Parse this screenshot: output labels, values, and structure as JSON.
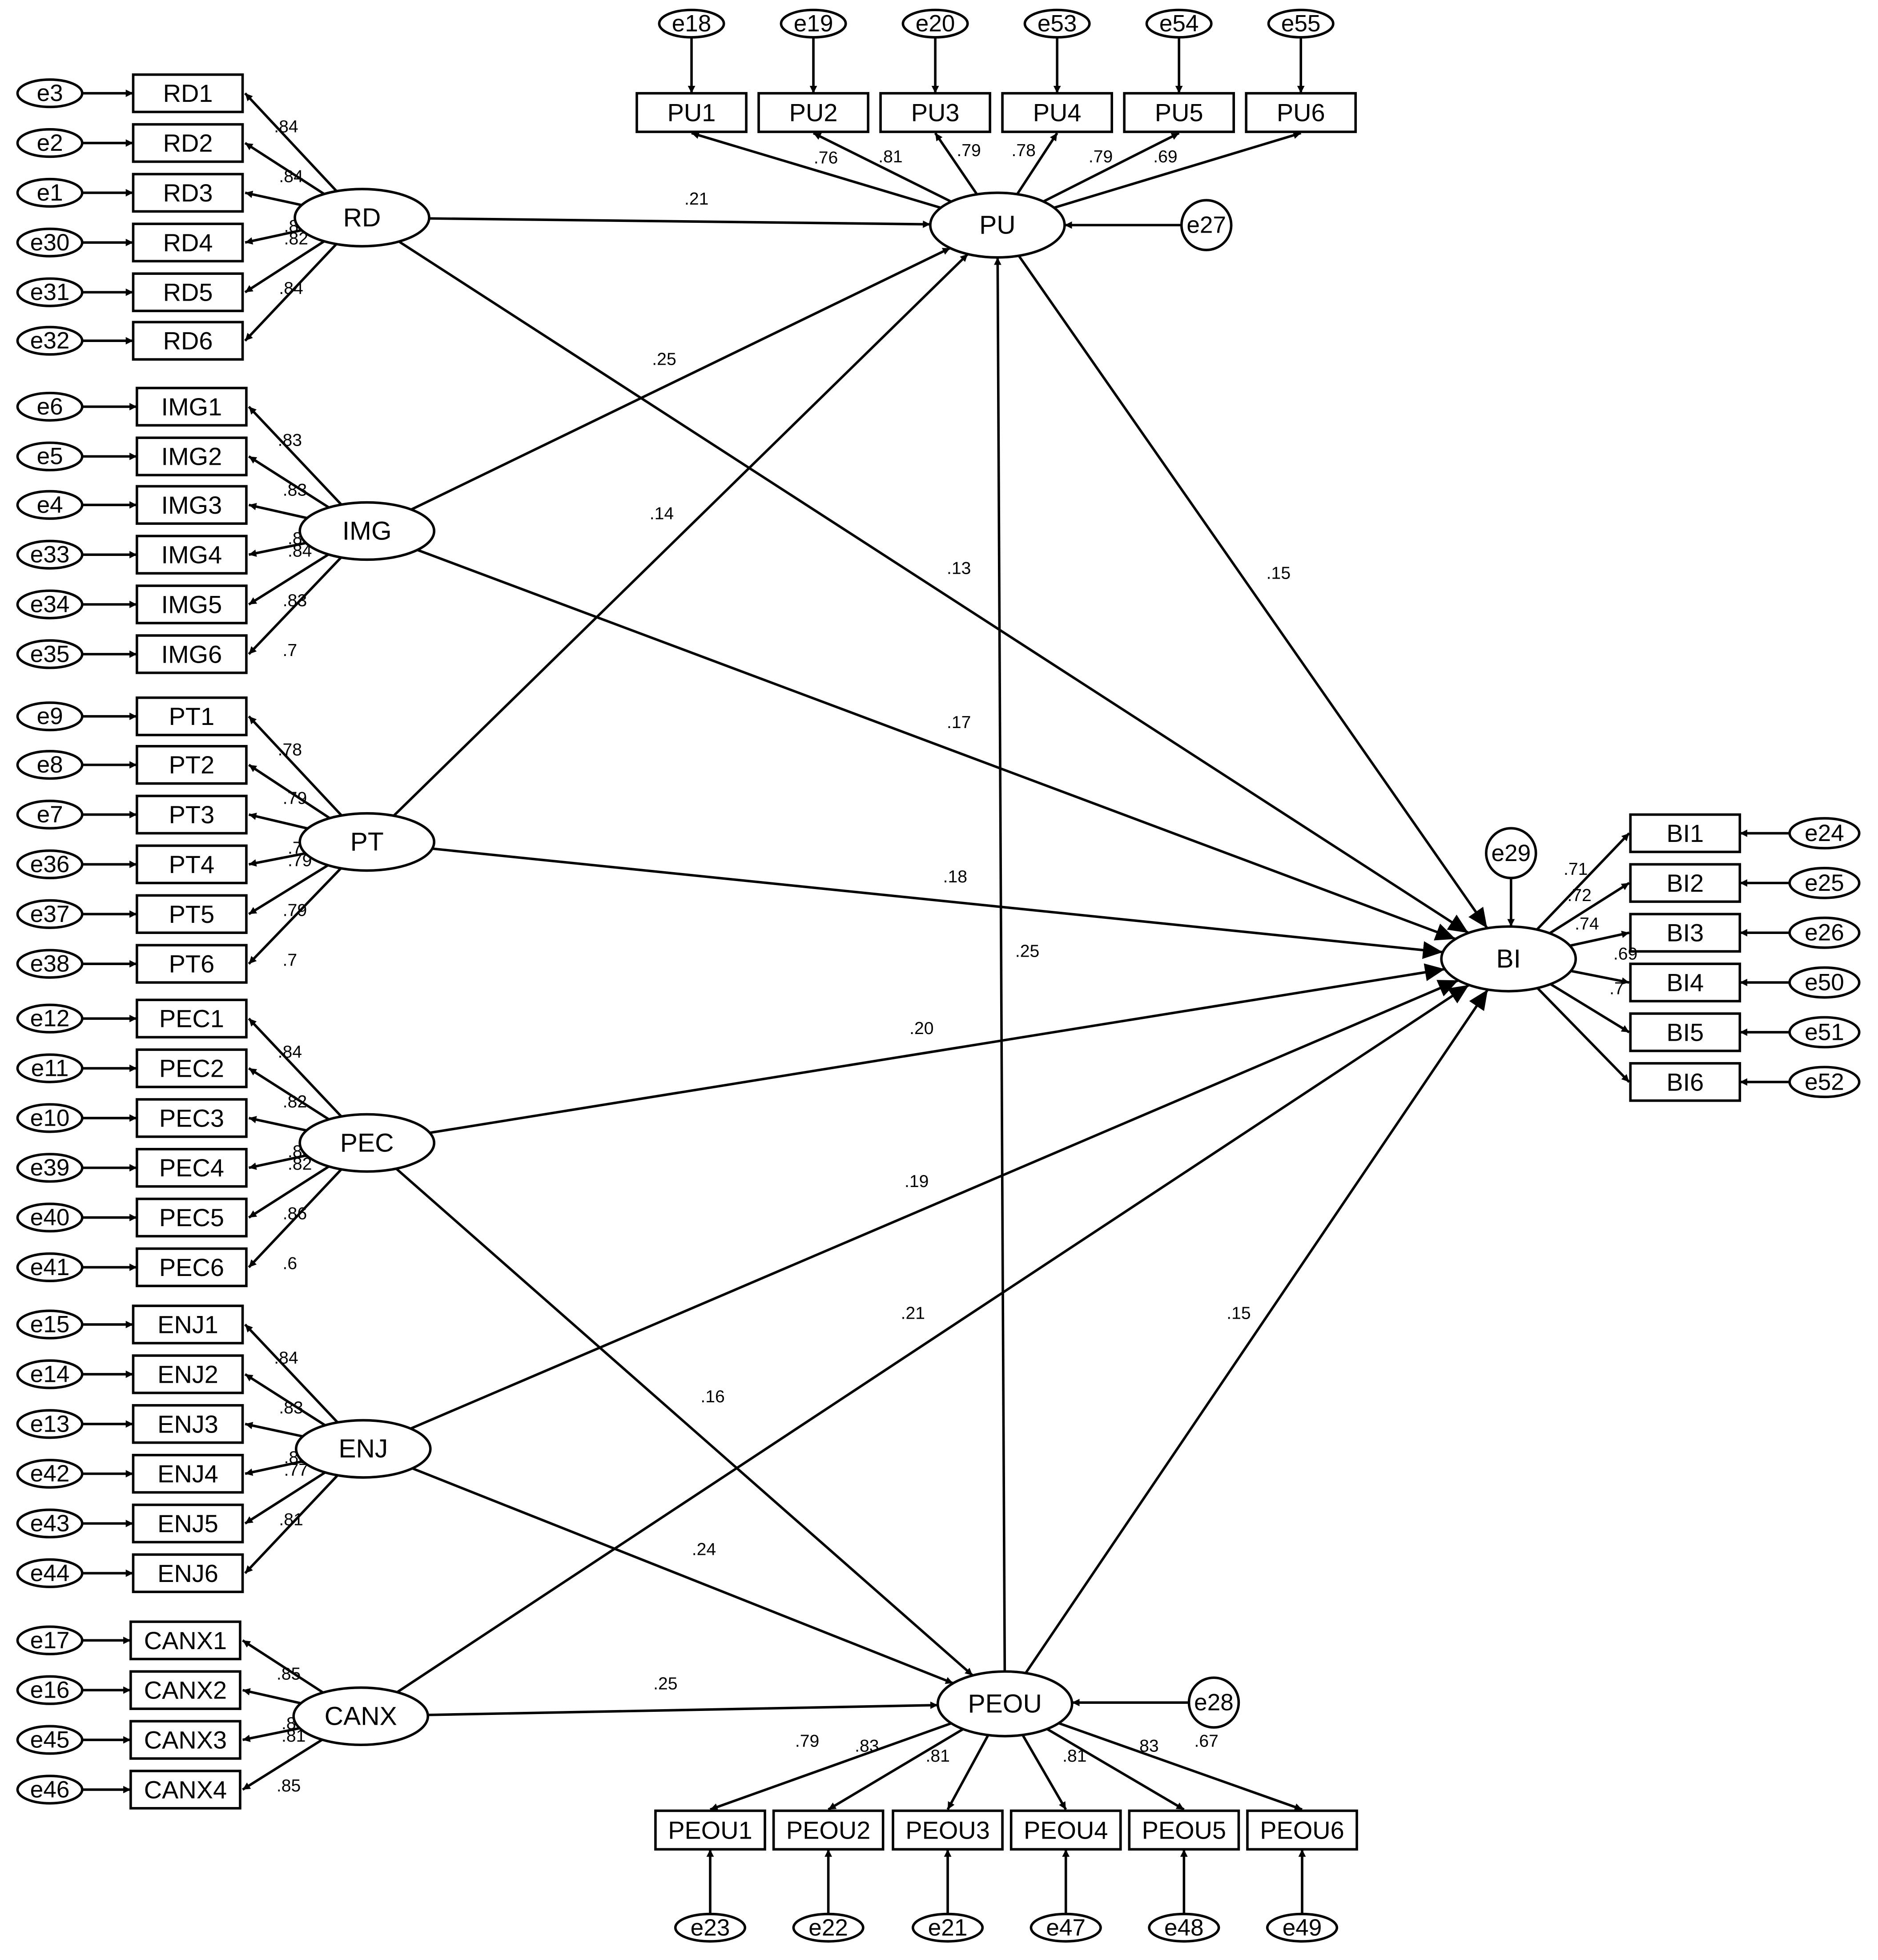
{
  "latents": {
    "RD": "RD",
    "IMG": "IMG",
    "PT": "PT",
    "PEC": "PEC",
    "ENJ": "ENJ",
    "CANX": "CANX",
    "PU": "PU",
    "PEOU": "PEOU",
    "BI": "BI"
  },
  "blocks": {
    "RD": {
      "items": [
        "RD1",
        "RD2",
        "RD3",
        "RD4",
        "RD5",
        "RD6"
      ],
      "errors": [
        "e3",
        "e2",
        "e1",
        "e30",
        "e31",
        "e32"
      ],
      "loadings": [
        ".84",
        ".84",
        ".83",
        ".82",
        ".84",
        ""
      ]
    },
    "IMG": {
      "items": [
        "IMG1",
        "IMG2",
        "IMG3",
        "IMG4",
        "IMG5",
        "IMG6"
      ],
      "errors": [
        "e6",
        "e5",
        "e4",
        "e33",
        "e34",
        "e35"
      ],
      "loadings": [
        ".83",
        ".83",
        ".84",
        ".84",
        ".83",
        ".7"
      ]
    },
    "PT": {
      "items": [
        "PT1",
        "PT2",
        "PT3",
        "PT4",
        "PT5",
        "PT6"
      ],
      "errors": [
        "e9",
        "e8",
        "e7",
        "e36",
        "e37",
        "e38"
      ],
      "loadings": [
        ".78",
        ".79",
        ".79",
        ".79",
        ".79",
        ".7"
      ]
    },
    "PEC": {
      "items": [
        "PEC1",
        "PEC2",
        "PEC3",
        "PEC4",
        "PEC5",
        "PEC6"
      ],
      "errors": [
        "e12",
        "e11",
        "e10",
        "e39",
        "e40",
        "e41"
      ],
      "loadings": [
        ".84",
        ".82",
        ".80",
        ".82",
        ".86",
        ".6"
      ]
    },
    "ENJ": {
      "items": [
        "ENJ1",
        "ENJ2",
        "ENJ3",
        "ENJ4",
        "ENJ5",
        "ENJ6"
      ],
      "errors": [
        "e15",
        "e14",
        "e13",
        "e42",
        "e43",
        "e44"
      ],
      "loadings": [
        ".84",
        ".83",
        ".80",
        ".77",
        ".81",
        ""
      ]
    },
    "CANX": {
      "items": [
        "CANX1",
        "CANX2",
        "CANX3",
        "CANX4"
      ],
      "errors": [
        "e17",
        "e16",
        "e45",
        "e46"
      ],
      "loadings": [
        ".85",
        ".84",
        ".81",
        ".85"
      ]
    },
    "PU": {
      "items": [
        "PU1",
        "PU2",
        "PU3",
        "PU4",
        "PU5",
        "PU6"
      ],
      "errors": [
        "e18",
        "e19",
        "e20",
        "e53",
        "e54",
        "e55"
      ],
      "loadings": [
        ".76",
        ".81",
        ".79",
        ".78",
        ".79",
        ".69"
      ],
      "disturbance": "e27"
    },
    "PEOU": {
      "items": [
        "PEOU1",
        "PEOU2",
        "PEOU3",
        "PEOU4",
        "PEOU5",
        "PEOU6"
      ],
      "errors": [
        "e23",
        "e22",
        "e21",
        "e47",
        "e48",
        "e49"
      ],
      "loadings": [
        ".79",
        ".83",
        ".81",
        ".81",
        ".83",
        ".67"
      ],
      "disturbance": "e28"
    },
    "BI": {
      "items": [
        "BI1",
        "BI2",
        "BI3",
        "BI4",
        "BI5",
        "BI6"
      ],
      "errors": [
        "e24",
        "e25",
        "e26",
        "e50",
        "e51",
        "e52"
      ],
      "loadings": [
        ".71",
        ".72",
        ".74",
        ".69",
        ".7",
        ""
      ],
      "disturbance": "e29"
    }
  },
  "paths": [
    {
      "from": "RD",
      "to": "PU",
      "coef": ".21"
    },
    {
      "from": "RD",
      "to": "BI",
      "coef": ".13"
    },
    {
      "from": "IMG",
      "to": "PU",
      "coef": ".25"
    },
    {
      "from": "IMG",
      "to": "BI",
      "coef": ".17"
    },
    {
      "from": "PT",
      "to": "PU",
      "coef": ".14"
    },
    {
      "from": "PT",
      "to": "BI",
      "coef": ".18"
    },
    {
      "from": "PU",
      "to": "BI",
      "coef": ".15"
    },
    {
      "from": "PEOU",
      "to": "PU",
      "coef": ".25"
    },
    {
      "from": "PEC",
      "to": "BI",
      "coef": ".20"
    },
    {
      "from": "PEC",
      "to": "PEOU",
      "coef": ".16"
    },
    {
      "from": "ENJ",
      "to": "BI",
      "coef": ".19"
    },
    {
      "from": "ENJ",
      "to": "PEOU",
      "coef": ".24"
    },
    {
      "from": "CANX",
      "to": "BI",
      "coef": ".21"
    },
    {
      "from": "CANX",
      "to": "PEOU",
      "coef": ".25"
    },
    {
      "from": "PEOU",
      "to": "BI",
      "coef": ".15"
    }
  ]
}
